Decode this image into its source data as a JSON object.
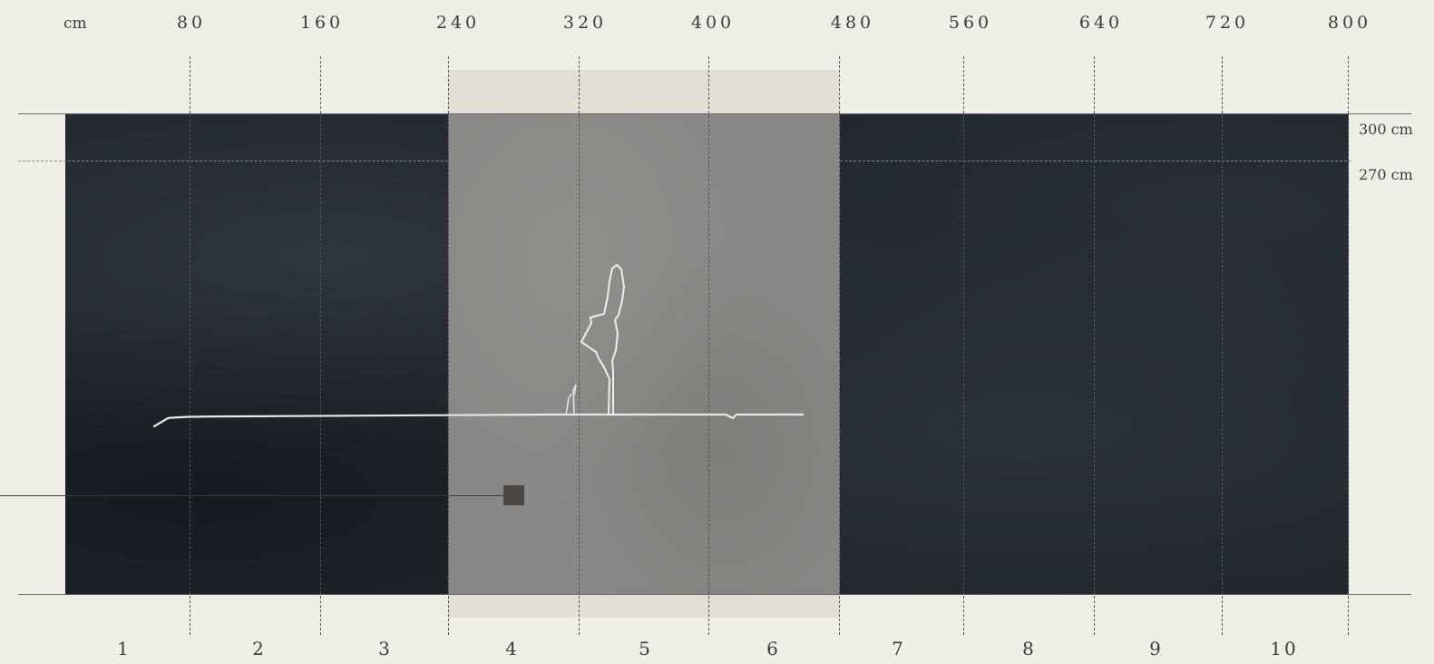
{
  "scale": {
    "unit": "cm",
    "top_ticks": [
      "80",
      "160",
      "240",
      "320",
      "400",
      "480",
      "560",
      "640",
      "720",
      "800"
    ],
    "panel_numbers": [
      "1",
      "2",
      "3",
      "4",
      "5",
      "6",
      "7",
      "8",
      "9",
      "10"
    ]
  },
  "heights": {
    "total": "300 cm",
    "dashed": "270 cm"
  },
  "colors": {
    "background": "#f0efe7",
    "wall_dark": "#22272e",
    "highlight_panel": "#8a8886",
    "highlight_frame": "#e2dfd4",
    "drawing_line": "#e8e8e8",
    "marker": "#4a4643"
  }
}
